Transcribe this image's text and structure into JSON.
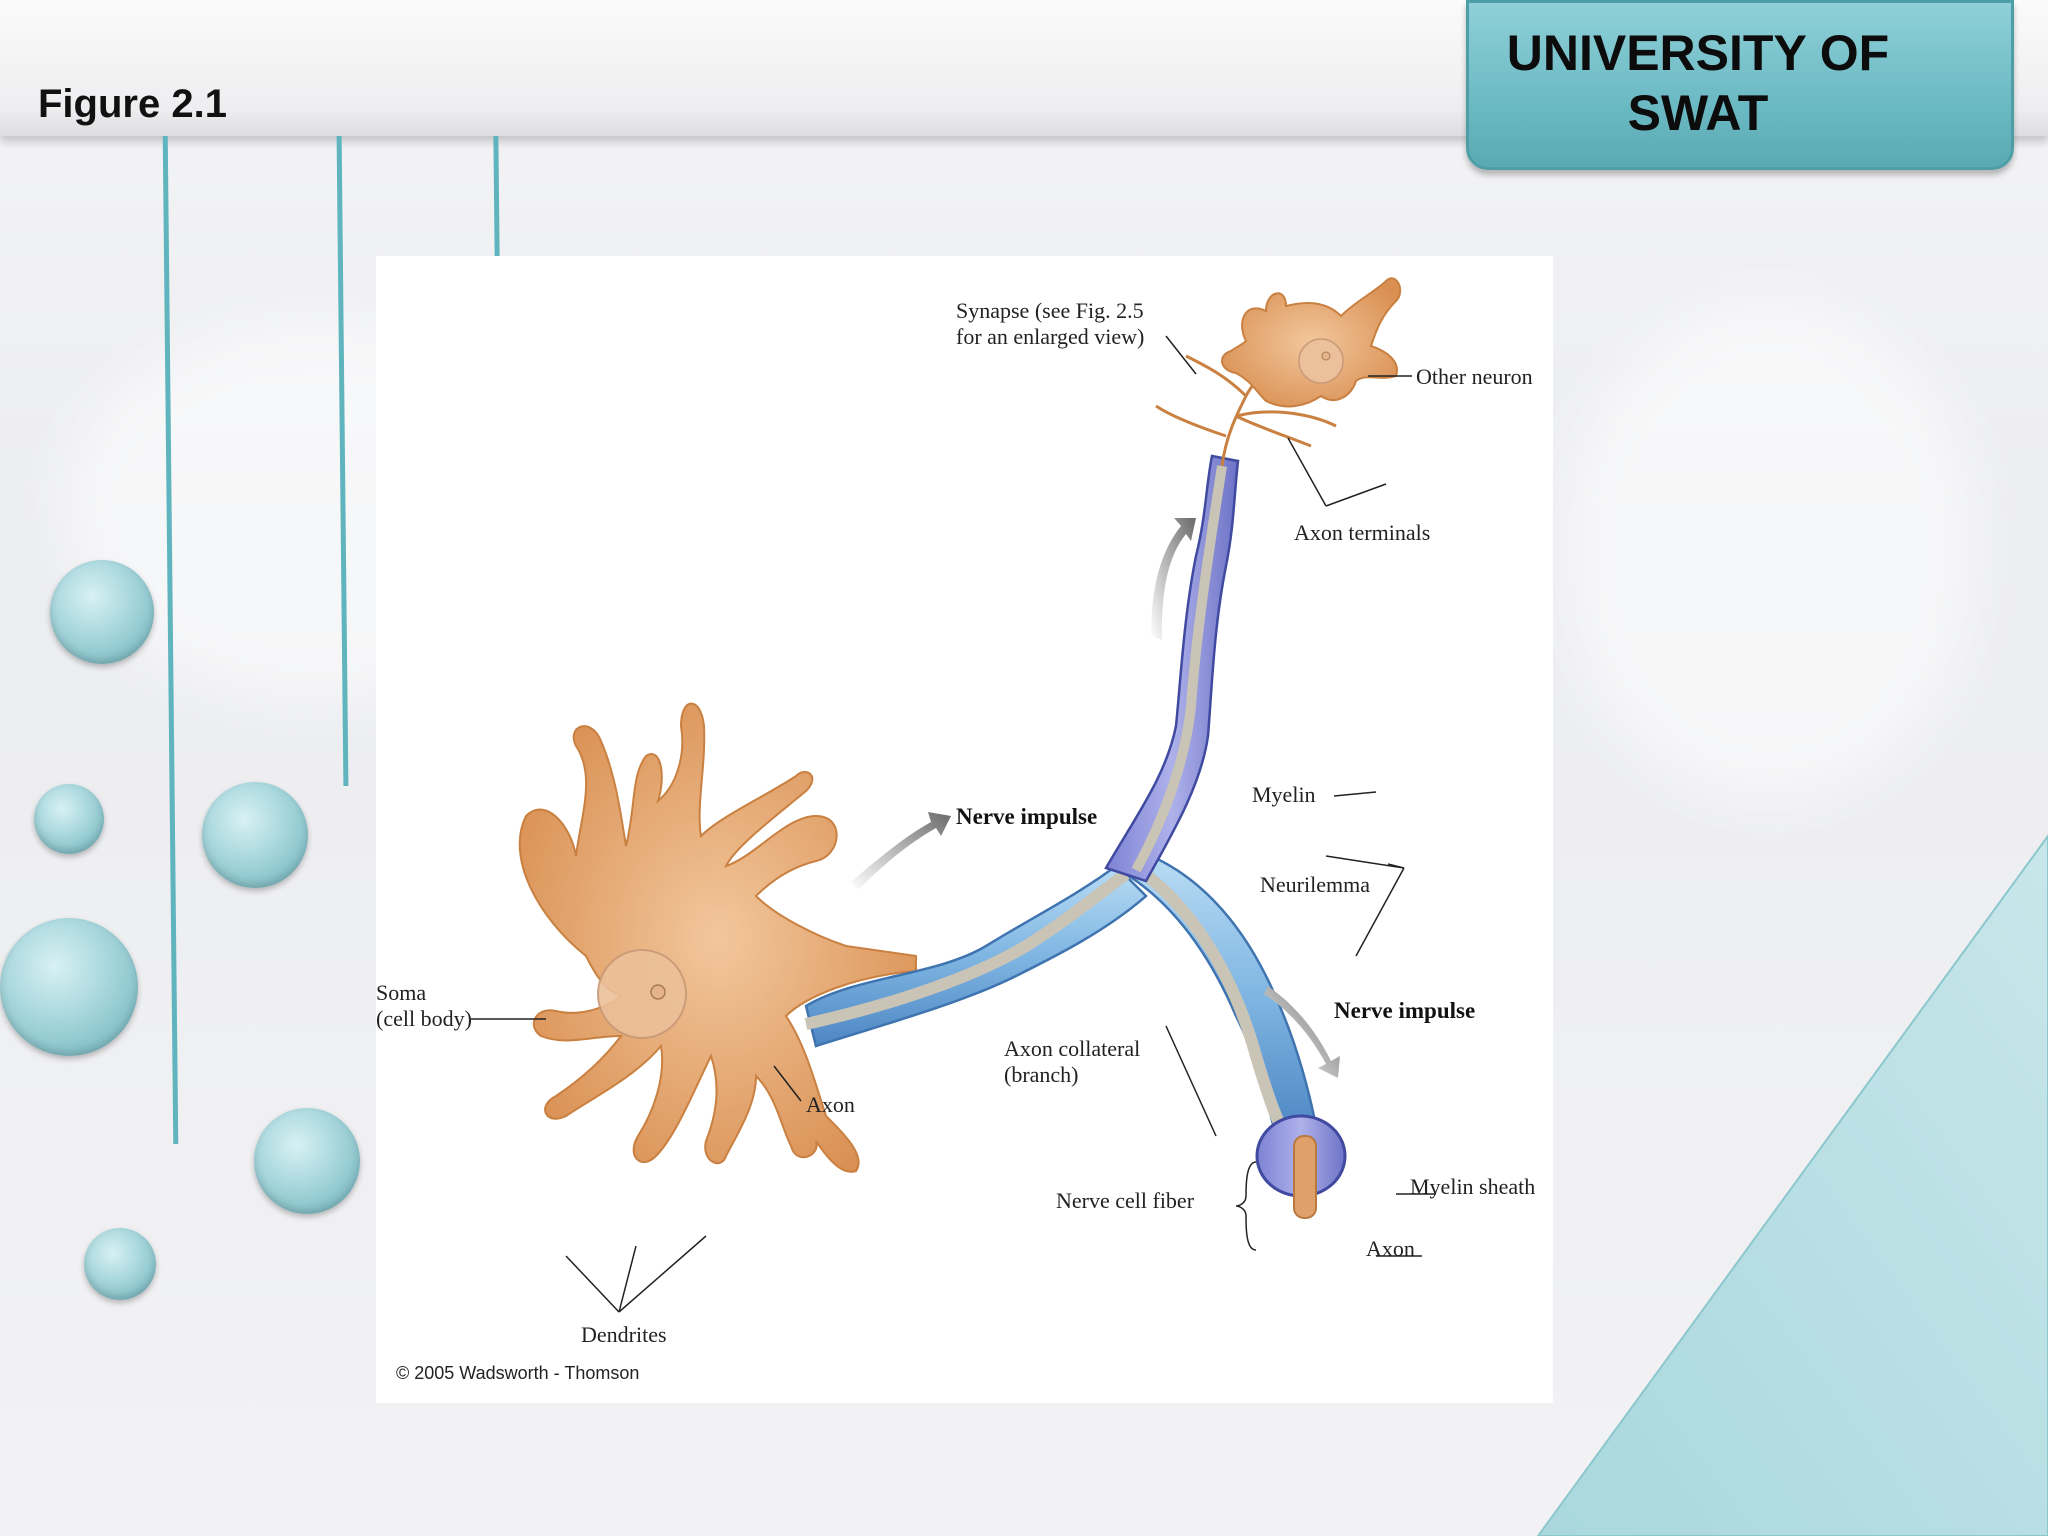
{
  "slide": {
    "figure_title": "Figure 2.1",
    "university": "UNIVERSITY OF\nSWAT"
  },
  "diagram": {
    "labels": {
      "synapse_line1": "Synapse (see Fig. 2.5",
      "synapse_line2": "for an enlarged view)",
      "other_neuron": "Other neuron",
      "axon_terminals": "Axon terminals",
      "myelin": "Myelin",
      "nerve_impulse_1": "Nerve impulse",
      "neurilemma": "Neurilemma",
      "nerve_impulse_2": "Nerve impulse",
      "soma_line1": "Soma",
      "soma_line2": "(cell body)",
      "axon_collateral_line1": "Axon collateral",
      "axon_collateral_line2": "(branch)",
      "axon_1": "Axon",
      "nerve_cell_fiber": "Nerve cell fiber",
      "myelin_sheath": "Myelin sheath",
      "axon_2": "Axon",
      "dendrites": "Dendrites"
    },
    "copyright": "© 2005 Wadsworth - Thomson"
  },
  "colors": {
    "accent_teal": "#6cbac4",
    "neuron_orange": "#e0a06a",
    "myelin_blue": "#8fc3e8",
    "myelin_purple": "#9a9ee0"
  }
}
